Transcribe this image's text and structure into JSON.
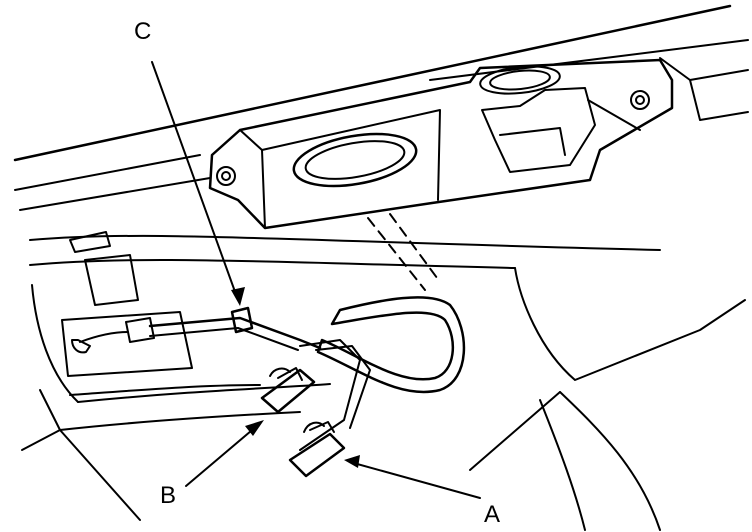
{
  "diagram": {
    "callouts": {
      "a": "A",
      "b": "B",
      "c": "C"
    },
    "colors": {
      "ink": "#000000",
      "paper": "#ffffff"
    }
  }
}
